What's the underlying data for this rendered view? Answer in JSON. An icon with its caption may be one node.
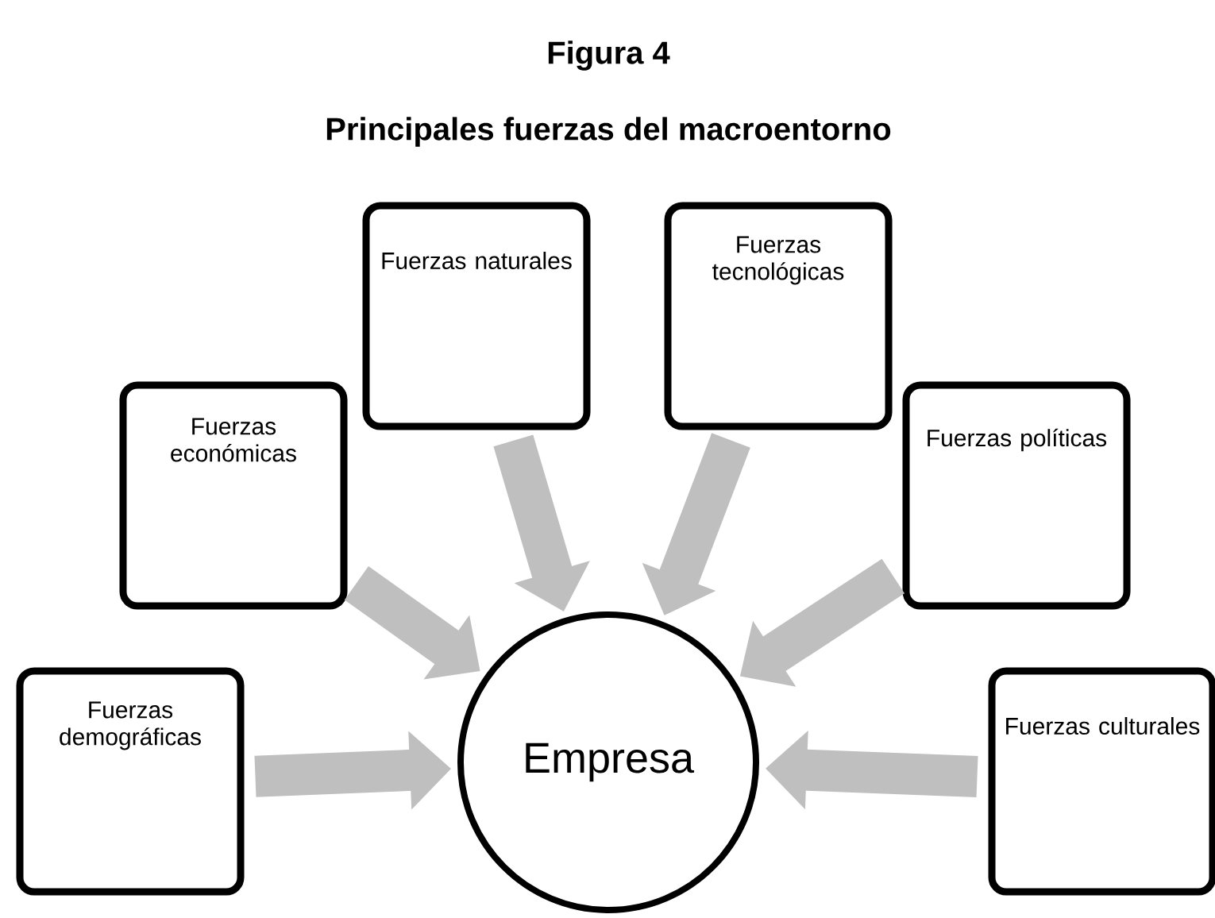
{
  "diagram": {
    "title": "Figura 4",
    "caption": "Principales fuerzas del macroentorno",
    "nodes": [
      {
        "text": [
          "Fuerzas demográficas"
        ]
      },
      {
        "text": [
          "Fuerzas económicas"
        ]
      },
      {
        "text": [
          "Fuerzas naturales"
        ]
      },
      {
        "text": [
          "Fuerzas tecnológicas"
        ]
      },
      {
        "text": [
          "Fuerzas políticas"
        ]
      },
      {
        "text": [
          "Fuerzas culturales"
        ]
      },
      {
        "text": [
          "Empresa"
        ]
      }
    ],
    "edges": [
      {
        "from": 0,
        "to": 6,
        "arrow": "to"
      },
      {
        "from": 1,
        "to": 6,
        "arrow": "to"
      },
      {
        "from": 2,
        "to": 6,
        "arrow": "to"
      },
      {
        "from": 3,
        "to": 6,
        "arrow": "to"
      },
      {
        "from": 4,
        "to": 6,
        "arrow": "to"
      },
      {
        "from": 5,
        "to": 6,
        "arrow": "to"
      }
    ]
  }
}
